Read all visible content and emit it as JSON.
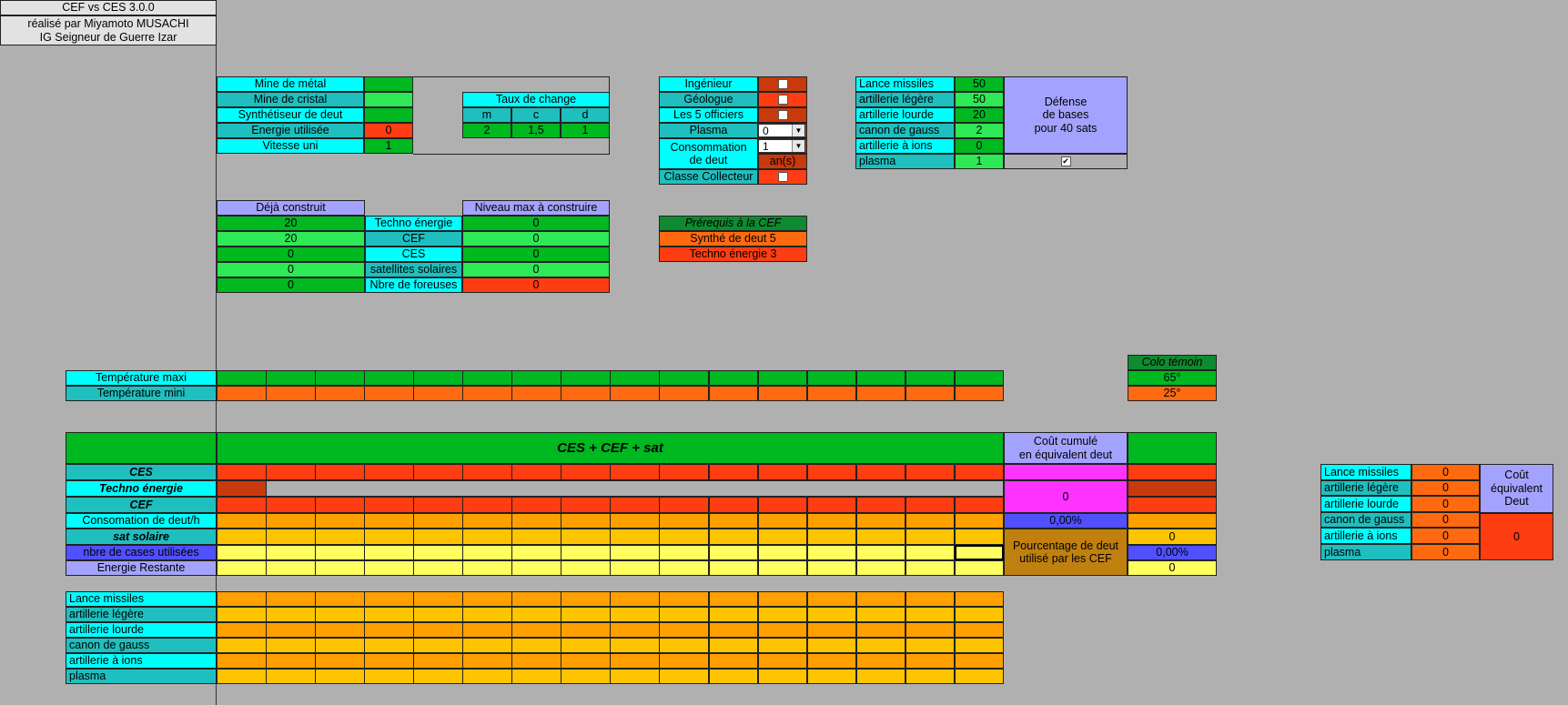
{
  "colors": {
    "cyan": "#00ffff",
    "teal": "#1fbfbf",
    "green": "#00b820",
    "lightgreen": "#2ee855",
    "orange": "#ff6a10",
    "red": "#ff3d12",
    "darkred": "#c83a0c",
    "lavender": "#a3a3ff",
    "yellow": "#ffff60",
    "amber": "#ffa000",
    "gold": "#ffc400",
    "magenta": "#ff33ff",
    "blue": "#5050ff",
    "brown": "#c08010",
    "darkgreen": "#0f8a30"
  },
  "header": {
    "title": "CEF vs CES 3.0.0",
    "author": "réalisé par Miyamoto MUSACHI",
    "author2": "IG Seigneur de Guerre Izar"
  },
  "mines": [
    {
      "label": "Mine de métal",
      "value": ""
    },
    {
      "label": "Mine de cristal",
      "value": ""
    },
    {
      "label": "Synthétiseur de deut",
      "value": ""
    },
    {
      "label": "Energie utilisée",
      "value": "0"
    },
    {
      "label": "Vitesse uni",
      "value": "1"
    }
  ],
  "taux": {
    "title": "Taux de change",
    "headers": [
      "m",
      "c",
      "d"
    ],
    "values": [
      "2",
      "1,5",
      "1"
    ]
  },
  "officers": {
    "ingenieur": "Ingénieur",
    "geologue": "Géologue",
    "officiers": "Les 5 officiers",
    "plasma": "Plasma",
    "plasma_value": "0",
    "conso1": "Consommation",
    "conso2": "de deut",
    "conso_value": "1",
    "conso_unit": "an(s)",
    "collecteur": "Classe Collecteur"
  },
  "defense": {
    "items": [
      {
        "label": "Lance missiles",
        "value": "50"
      },
      {
        "label": "artillerie légère",
        "value": "50"
      },
      {
        "label": "artillerie lourde",
        "value": "20"
      },
      {
        "label": "canon de gauss",
        "value": "2"
      },
      {
        "label": "artillerie à ions",
        "value": "0"
      },
      {
        "label": "plasma",
        "value": "1"
      }
    ],
    "title1": "Défense",
    "title2": "de bases",
    "title3": "pour 40 sats"
  },
  "built": {
    "left_header": "Déjà construit",
    "right_header": "Niveau max à construire",
    "rows": [
      {
        "left": "20",
        "label": "Techno énergie",
        "right": "0"
      },
      {
        "left": "20",
        "label": "CEF",
        "right": "0"
      },
      {
        "left": "0",
        "label": "CES",
        "right": "0"
      },
      {
        "left": "0",
        "label": "satellites solaires",
        "right": "0"
      },
      {
        "left": "0",
        "label": "Nbre de foreuses",
        "right": "0"
      }
    ]
  },
  "prereq": {
    "title": "Prérequis à la CEF",
    "item1": "Synthé de deut 5",
    "item2": "Techno énergie 3"
  },
  "temperature": {
    "maxi": "Température maxi",
    "mini": "Température mini"
  },
  "colo": {
    "title": "Colo témoin",
    "max": "65°",
    "min": "25°"
  },
  "main": {
    "title": "CES + CEF + sat",
    "cout1": "Coût cumulé",
    "cout2": "en équivalent deut",
    "cout_value": "0",
    "percent_value": "0,00%",
    "pourc1": "Pourcentage de deut",
    "pourc2": "utilisé par les CEF",
    "right_sat": "0",
    "right_percent": "0,00%",
    "right_energy": "0",
    "rows": [
      {
        "label": "CES",
        "style": "bi"
      },
      {
        "label": "Techno énergie",
        "style": "bi"
      },
      {
        "label": "CEF",
        "style": "bi"
      },
      {
        "label": "Consomation de deut/h",
        "style": ""
      },
      {
        "label": "sat solaire",
        "style": "bi"
      },
      {
        "label": "nbre de cases utilisées",
        "style": ""
      },
      {
        "label": "Energie Restante",
        "style": ""
      }
    ]
  },
  "bottom_rows": [
    "Lance missiles",
    "artillerie légère",
    "artillerie lourde",
    "canon de gauss",
    "artillerie à ions",
    "plasma"
  ],
  "equiv": {
    "items": [
      {
        "label": "Lance missiles",
        "value": "0"
      },
      {
        "label": "artillerie légère",
        "value": "0"
      },
      {
        "label": "artillerie lourde",
        "value": "0"
      },
      {
        "label": "canon de gauss",
        "value": "0"
      },
      {
        "label": "artillerie à ions",
        "value": "0"
      },
      {
        "label": "plasma",
        "value": "0"
      }
    ],
    "title1": "Coût",
    "title2": "équivalent",
    "title3": "Deut",
    "total": "0"
  }
}
